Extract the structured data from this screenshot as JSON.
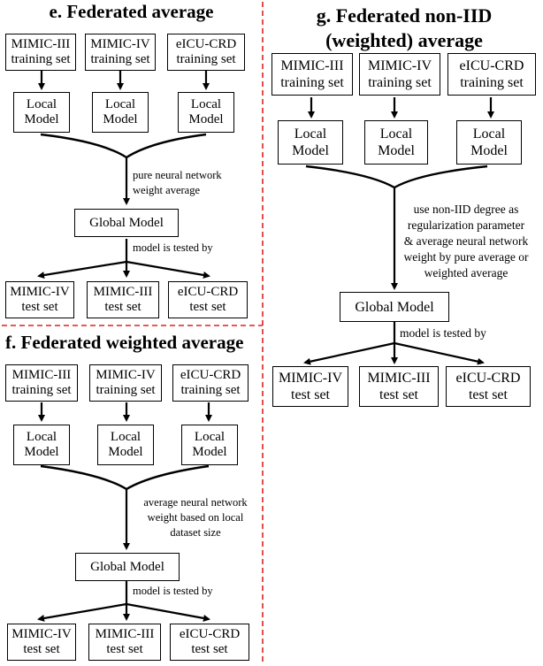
{
  "panels": {
    "e": {
      "title": "e. Federated average",
      "training_sets": [
        "MIMIC-III\ntraining set",
        "MIMIC-IV\ntraining set",
        "eICU-CRD\ntraining set"
      ],
      "local_models": [
        "Local\nModel",
        "Local\nModel",
        "Local\nModel"
      ],
      "aggregation_label": "pure neural network\nweight average",
      "global_model": "Global Model",
      "test_label": "model is tested by",
      "test_sets": [
        "MIMIC-IV\ntest set",
        "MIMIC-III\ntest set",
        "eICU-CRD\ntest set"
      ]
    },
    "f": {
      "title": "f. Federated weighted average",
      "training_sets": [
        "MIMIC-III\ntraining set",
        "MIMIC-IV\ntraining set",
        "eICU-CRD\ntraining set"
      ],
      "local_models": [
        "Local\nModel",
        "Local\nModel",
        "Local\nModel"
      ],
      "aggregation_label": "average neural network\nweight based on local\ndataset size",
      "global_model": "Global Model",
      "test_label": "model is tested by",
      "test_sets": [
        "MIMIC-IV\ntest set",
        "MIMIC-III\ntest set",
        "eICU-CRD\ntest set"
      ]
    },
    "g": {
      "title": "g. Federated non-IID\n(weighted) average",
      "training_sets": [
        "MIMIC-III\ntraining set",
        "MIMIC-IV\ntraining set",
        "eICU-CRD\ntraining set"
      ],
      "local_models": [
        "Local\nModel",
        "Local\nModel",
        "Local\nModel"
      ],
      "aggregation_label": "use non-IID degree as\nregularization parameter\n& average neural network\nweight by pure average or\nweighted average",
      "global_model": "Global Model",
      "test_label": "model is tested by",
      "test_sets": [
        "MIMIC-IV\ntest set",
        "MIMIC-III\ntest set",
        "eICU-CRD\ntest set"
      ]
    }
  },
  "colors": {
    "divider": "#e02020",
    "stroke": "#000000"
  }
}
